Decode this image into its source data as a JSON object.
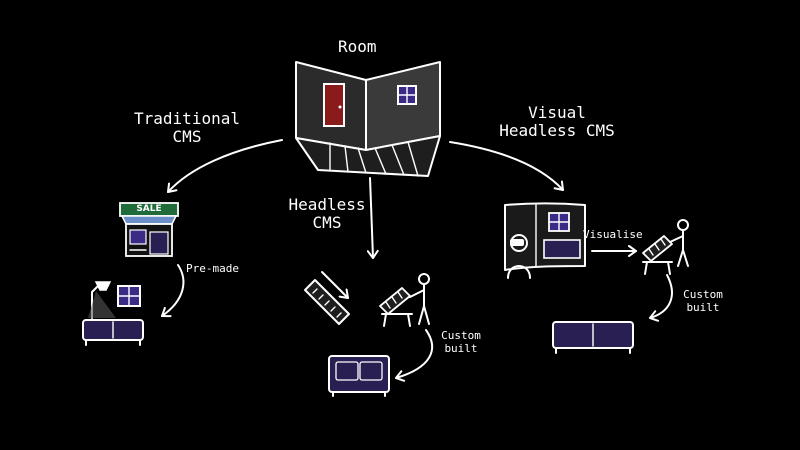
{
  "labels": {
    "room": "Room",
    "traditional_line1": "Traditional",
    "traditional_line2": "CMS",
    "headless_line1": "Headless",
    "headless_line2": "CMS",
    "visual_line1": "Visual",
    "visual_line2": "Headless CMS",
    "sale_sign": "SALE",
    "pre_made": "Pre-made",
    "custom_line1": "Custom",
    "custom_line2": "built",
    "visualise": "Visualise"
  },
  "colors": {
    "background": "#000000",
    "ink": "#ffffff",
    "sofa_fill": "#2a1f52",
    "window_fill": "#3b2a86",
    "door_fill": "#8b1a1a",
    "sign_fill": "#1f6b3a",
    "awning_fill": "#6a8fc8"
  },
  "icons": [
    "room-icon",
    "shop-icon",
    "lamp-icon",
    "window-icon",
    "sofa-icon",
    "ruler-icon",
    "carpenter-icon",
    "vr-room-icon",
    "vr-headset-icon",
    "arrow-icon"
  ]
}
